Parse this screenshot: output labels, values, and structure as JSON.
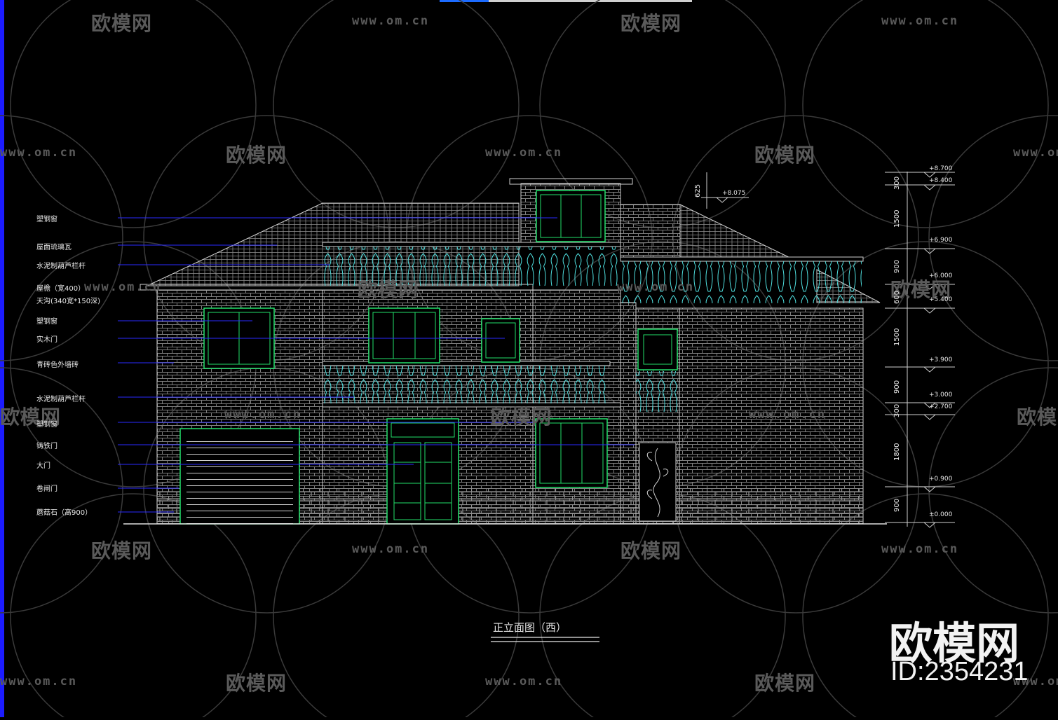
{
  "drawing": {
    "title": "正立面图（西）",
    "annotations": [
      "塑钢窗",
      "屋面琉璃瓦",
      "水泥制葫芦栏杆",
      "屋檐（宽400）",
      "天沟(340宽*150深)",
      "塑钢窗",
      "实木门",
      "青砖色外墙砖",
      "水泥制葫芦栏杆",
      "塑钢窗",
      "铸铁门",
      "大门",
      "卷闸门",
      "蘑菇石（高900）"
    ],
    "levels": [
      "+8.700",
      "+8.400",
      "+8.075",
      "+6.900",
      "+6.000",
      "+5.400",
      "+3.900",
      "+3.000",
      "+2.700",
      "+0.900",
      "±0.000"
    ],
    "dimensions": [
      "300",
      "1500",
      "900",
      "600",
      "1500",
      "900",
      "300",
      "1800",
      "900"
    ],
    "roof_dimension": "625"
  },
  "watermark": {
    "logo_text": "欧模网",
    "url_text": "www.om.cn"
  },
  "brand": {
    "name": "欧模网",
    "id": "ID:2354231"
  },
  "colors": {
    "background": "#000000",
    "wall": "#8c8c8c",
    "window": "#22e06a",
    "railing": "#4fe0e0",
    "leader": "#2a2aff",
    "text": "#e8e8e8",
    "watermark": "#5a5a5a"
  }
}
